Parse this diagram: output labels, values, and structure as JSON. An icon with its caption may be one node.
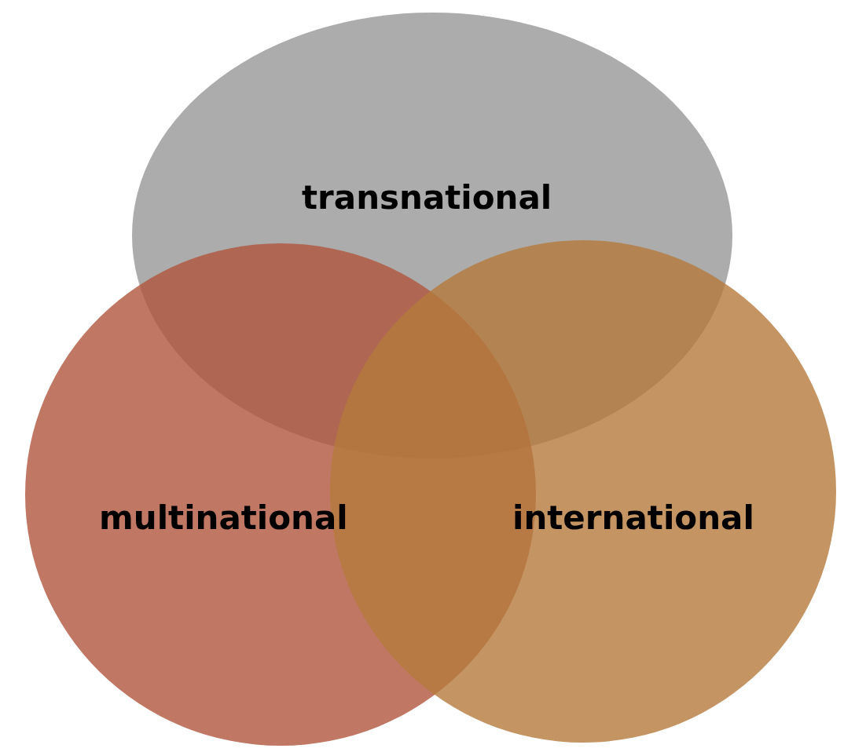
{
  "diagram": {
    "nodes": [
      {
        "text": [
          "transnational"
        ]
      },
      {
        "text": [
          "multinational"
        ]
      },
      {
        "text": [
          "international"
        ]
      }
    ]
  }
}
